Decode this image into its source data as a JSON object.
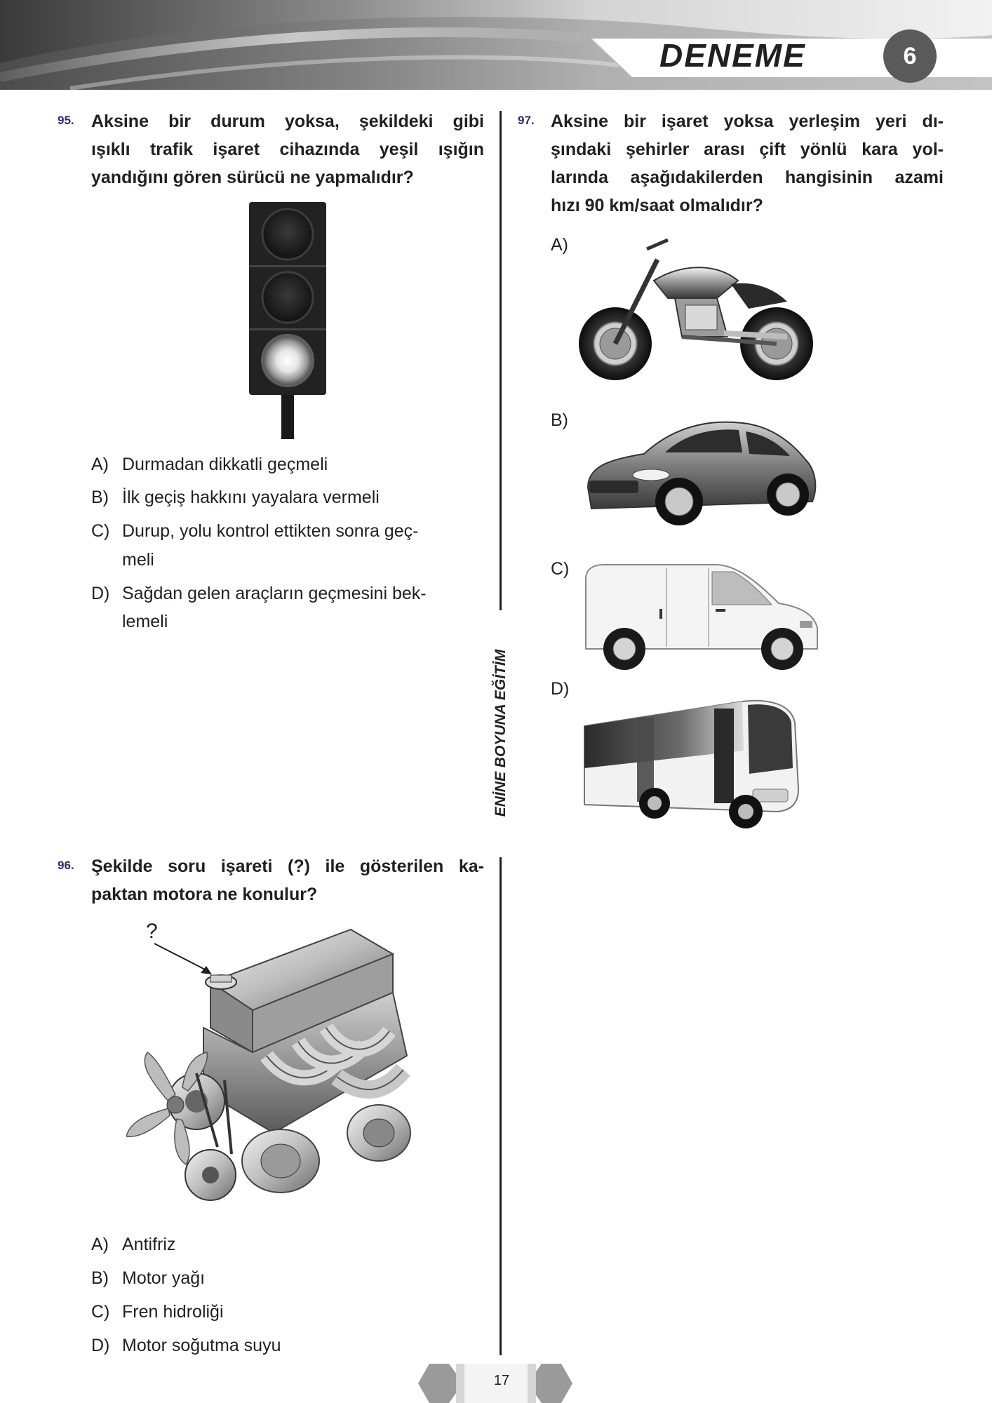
{
  "header": {
    "title": "DENEME",
    "number": "6"
  },
  "side_text": "ENİNE BOYUNA EĞİTİM",
  "questions": {
    "q95": {
      "number": "95.",
      "lines": [
        "Aksine bir durum yoksa, şekildeki gibi",
        "ışıklı trafik işaret cihazında yeşil ışığın",
        "yandığını gören sürücü ne yapmalıdır?"
      ],
      "options": [
        {
          "letter": "A)",
          "lines": [
            "Durmadan dikkatli geçmeli"
          ]
        },
        {
          "letter": "B)",
          "lines": [
            "İlk geçiş hakkını yayalara vermeli"
          ]
        },
        {
          "letter": "C)",
          "lines": [
            "Durup, yolu kontrol ettikten sonra geç-",
            "meli"
          ]
        },
        {
          "letter": "D)",
          "lines": [
            "Sağdan gelen araçların geçmesini bek-",
            "lemeli"
          ]
        }
      ]
    },
    "q96": {
      "number": "96.",
      "lines": [
        "Şekilde soru işareti (?) ile gösterilen ka-",
        "paktan motora ne konulur?"
      ],
      "figure_mark": "?",
      "options": [
        {
          "letter": "A)",
          "lines": [
            "Antifriz"
          ]
        },
        {
          "letter": "B)",
          "lines": [
            "Motor yağı"
          ]
        },
        {
          "letter": "C)",
          "lines": [
            "Fren hidroliği"
          ]
        },
        {
          "letter": "D)",
          "lines": [
            "Motor soğutma suyu"
          ]
        }
      ]
    },
    "q97": {
      "number": "97.",
      "lines": [
        "Aksine bir işaret yoksa yerleşim yeri dı-",
        "şındaki şehirler arası çift yönlü kara yol-",
        "larında aşağıdakilerden hangisinin azami",
        "hızı 90 km/saat olmalıdır?"
      ],
      "option_labels": [
        "A)",
        "B)",
        "C)",
        "D)"
      ],
      "option_images": [
        "motorcycle-icon",
        "car-icon",
        "van-icon",
        "bus-icon"
      ]
    }
  },
  "footer": {
    "page_number": "17"
  }
}
